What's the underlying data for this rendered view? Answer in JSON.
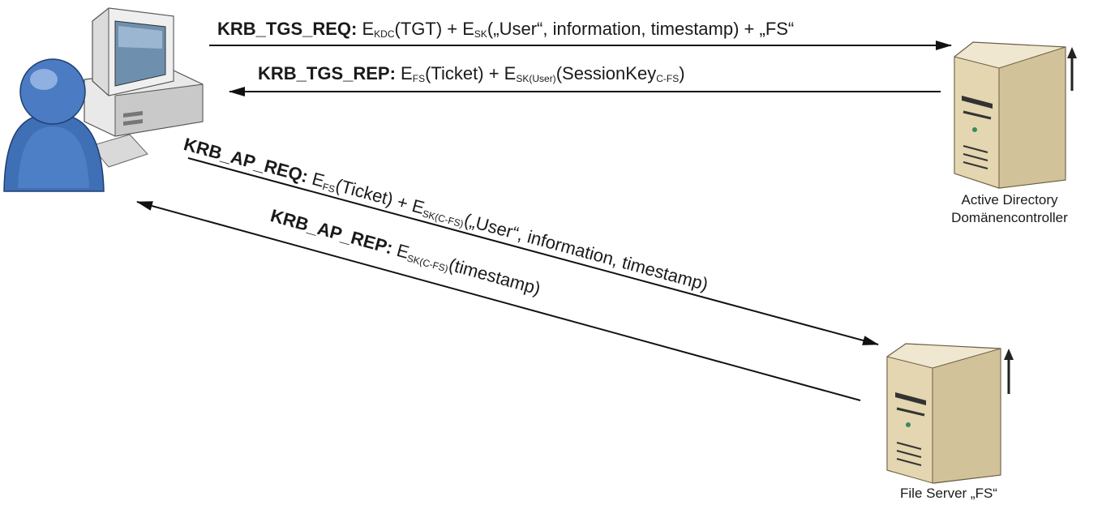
{
  "messages": {
    "tgs_req": {
      "name": "KRB_TGS_REQ:",
      "p1": "E",
      "s1": "KDC",
      "p2": "(TGT) + E",
      "s2": "SK",
      "p3": "(„User“, information, timestamp) + „FS“"
    },
    "tgs_rep": {
      "name": "KRB_TGS_REP:",
      "p1": "E",
      "s1": "FS",
      "p2": "(Ticket) + E",
      "s2": "SK(User)",
      "p3": "(SessionKey",
      "s3": "C-FS",
      "p4": ")"
    },
    "ap_req": {
      "name": "KRB_AP_REQ:",
      "p1": "E",
      "s1": "FS",
      "p2": "(Ticket) + E",
      "s2": "SK(C-FS)",
      "p3": "(„User“, information, timestamp)"
    },
    "ap_rep": {
      "name": "KRB_AP_REP:",
      "p1": "E",
      "s1": "SK(C-FS)",
      "p2": "(timestamp)"
    }
  },
  "nodes": {
    "client": {
      "icons": [
        "user-icon",
        "workstation-icon"
      ]
    },
    "domain_controller": {
      "line1": "Active Directory",
      "line2": "Domänencontroller",
      "icon": "server-icon"
    },
    "file_server": {
      "label": "File Server „FS“",
      "icon": "server-icon"
    }
  },
  "colors": {
    "user_blue": "#3f6fb5",
    "server_beige": "#e8dcb9",
    "line": "#111111"
  }
}
